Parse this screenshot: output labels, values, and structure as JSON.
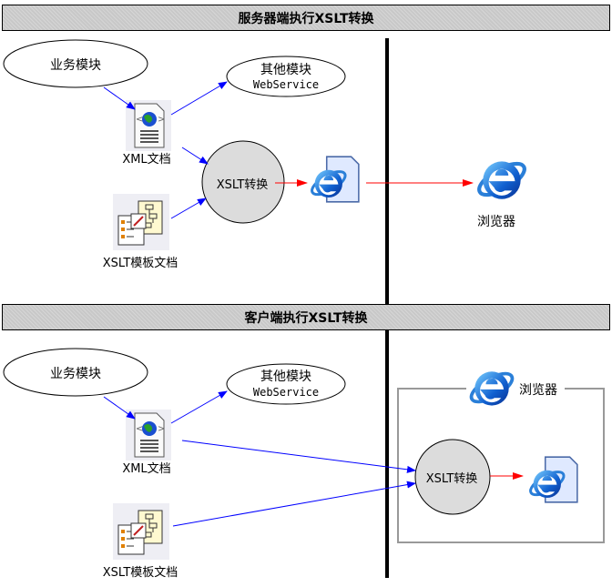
{
  "sections": [
    {
      "title": "服务器端执行XSLT转换",
      "business_module": "业务模块",
      "other_module": {
        "title": "其他模块",
        "subtitle": "WebService"
      },
      "xml_doc": "XML文档",
      "xslt_doc": "XSLT模板文档",
      "transform": "XSLT转换",
      "browser": "浏览器"
    },
    {
      "title": "客户端执行XSLT转换",
      "business_module": "业务模块",
      "other_module": {
        "title": "其他模块",
        "subtitle": "WebService"
      },
      "xml_doc": "XML文档",
      "xslt_doc": "XSLT模板文档",
      "transform": "XSLT转换",
      "browser": "浏览器"
    }
  ],
  "colors": {
    "flow_arrow": "#0000ff",
    "output_arrow": "#ff0000",
    "divider": "#000000",
    "node_fill": "#dcdcdc",
    "header_fill": "#c8c8c8",
    "browser_frame": "#999999"
  }
}
